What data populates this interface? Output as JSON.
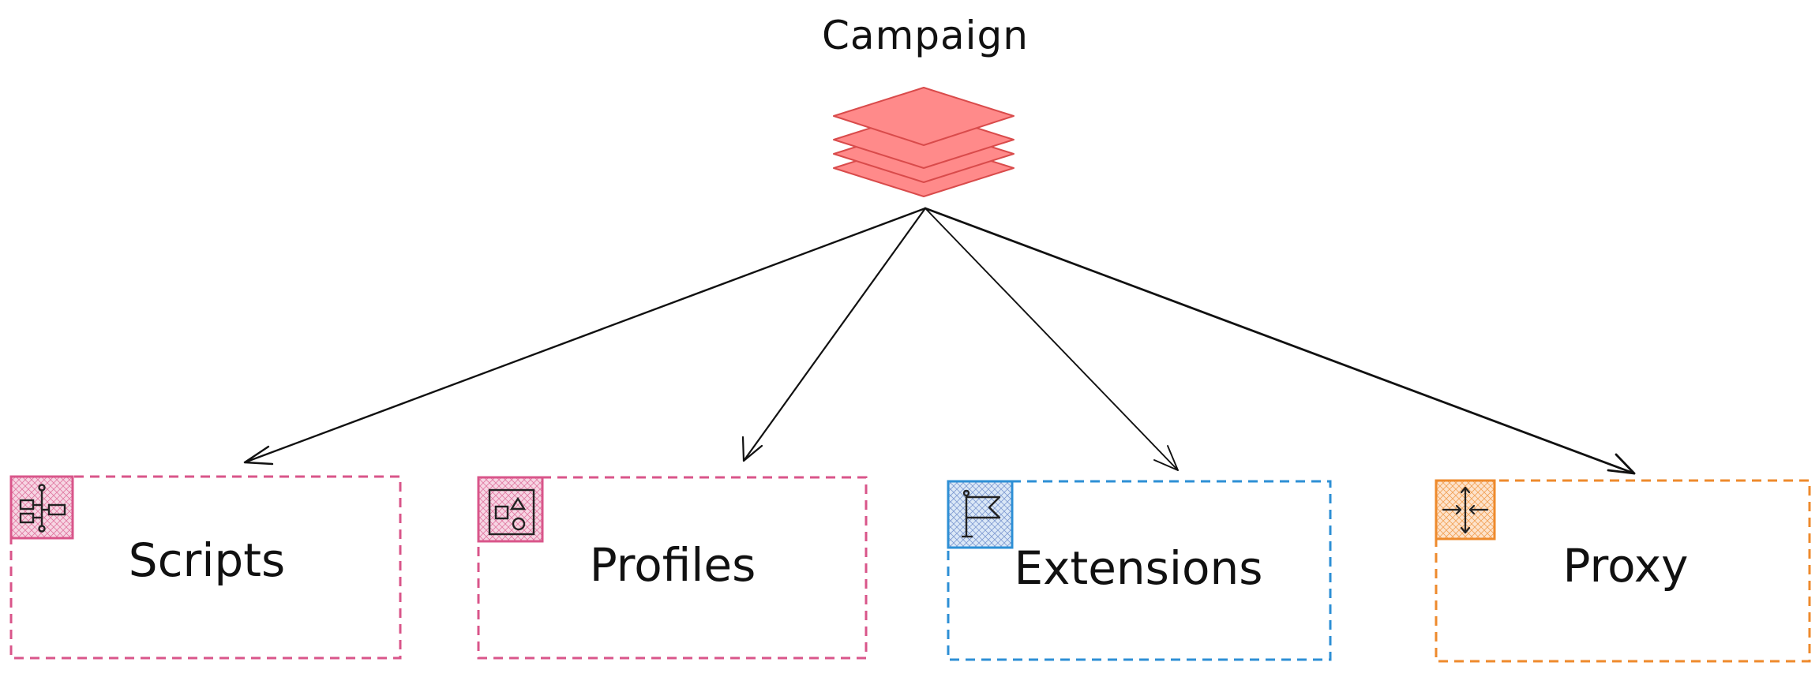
{
  "diagram": {
    "title": "Campaign",
    "title_icon": "stacked-layers-icon",
    "nodes": [
      {
        "id": "scripts",
        "label": "Scripts",
        "icon": "flowchart-icon",
        "color": "#d9558a"
      },
      {
        "id": "profiles",
        "label": "Profiles",
        "icon": "shapes-icon",
        "color": "#d9558a"
      },
      {
        "id": "extensions",
        "label": "Extensions",
        "icon": "flag-icon",
        "color": "#2d8fd5"
      },
      {
        "id": "proxy",
        "label": "Proxy",
        "icon": "arrows-compress-icon",
        "color": "#ee8a2c"
      }
    ],
    "colors": {
      "layer_fill": "#ff8a8a",
      "layer_stroke": "#d94b4b",
      "arrow": "#111111"
    }
  }
}
